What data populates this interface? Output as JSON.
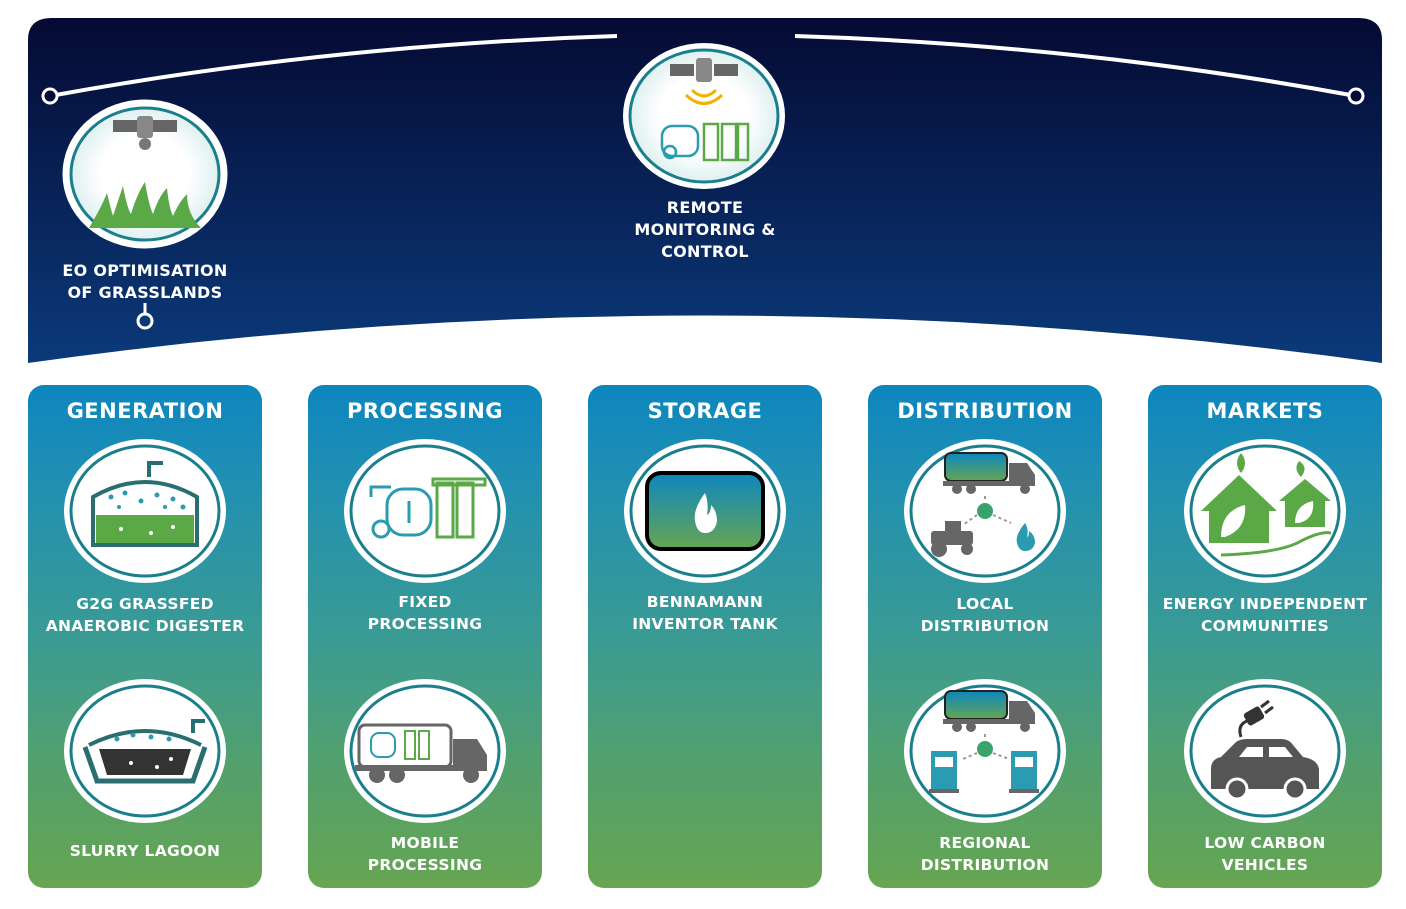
{
  "top_band": {
    "eo_label_line1": "EO OPTIMISATION",
    "eo_label_line2": "OF GRASSLANDS",
    "remote_label_line1": "REMOTE",
    "remote_label_line2": "MONITORING &",
    "remote_label_line3": "CONTROL",
    "colors": {
      "band_top": "#050a33",
      "band_bottom": "#0b3a7a",
      "curve": "#ffffff"
    }
  },
  "columns": [
    {
      "title": "GENERATION",
      "items": [
        {
          "line1": "G2G GRASSFED",
          "line2": "ANAEROBIC DIGESTER",
          "icon": "anaerobic-digester-icon"
        },
        {
          "line1": "SLURRY LAGOON",
          "line2": "",
          "icon": "slurry-lagoon-icon"
        }
      ]
    },
    {
      "title": "PROCESSING",
      "items": [
        {
          "line1": "FIXED",
          "line2": "PROCESSING",
          "icon": "processing-plant-icon"
        },
        {
          "line1": "MOBILE",
          "line2": "PROCESSING",
          "icon": "processing-truck-icon"
        }
      ]
    },
    {
      "title": "STORAGE",
      "items": [
        {
          "line1": "BENNAMANN",
          "line2": "INVENTOR TANK",
          "icon": "gas-tank-flame-icon"
        }
      ]
    },
    {
      "title": "DISTRIBUTION",
      "items": [
        {
          "line1": "LOCAL",
          "line2": "DISTRIBUTION",
          "icon": "local-distribution-icon"
        },
        {
          "line1": "REGIONAL",
          "line2": "DISTRIBUTION",
          "icon": "regional-distribution-icon"
        }
      ]
    },
    {
      "title": "MARKETS",
      "items": [
        {
          "line1": "ENERGY INDEPENDENT",
          "line2": "COMMUNITIES",
          "icon": "green-houses-icon"
        },
        {
          "line1": "LOW CARBON",
          "line2": "VEHICLES",
          "icon": "electric-car-icon"
        }
      ]
    }
  ],
  "colors": {
    "column_top": "#0d86bf",
    "column_bottom": "#66a552",
    "circle_ring": "#1a7f8c",
    "green": "#5aa846",
    "grey": "#666666",
    "teal": "#2a9bb0",
    "yellow": "#f0b400"
  }
}
